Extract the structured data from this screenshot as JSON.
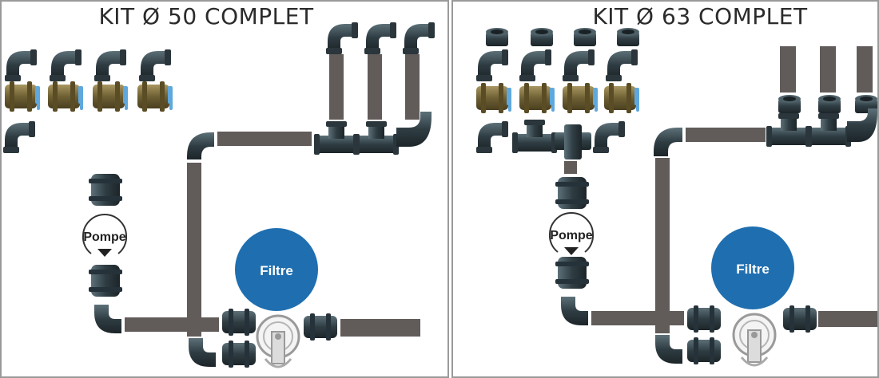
{
  "panels": [
    {
      "title": "KIT Ø 50 COMPLET",
      "pump_label": "Pompe",
      "filter_label": "Filtre"
    },
    {
      "title": "KIT Ø 63 COMPLET",
      "pump_label": "Pompe",
      "filter_label": "Filtre"
    }
  ],
  "colors": {
    "pipe": "#615b5a",
    "fitting": "#3a4a50",
    "valve_body": "#8a7a46",
    "valve_handle": "#5fa8de",
    "filter": "#1f6fb0",
    "border": "#9a9a9a"
  }
}
